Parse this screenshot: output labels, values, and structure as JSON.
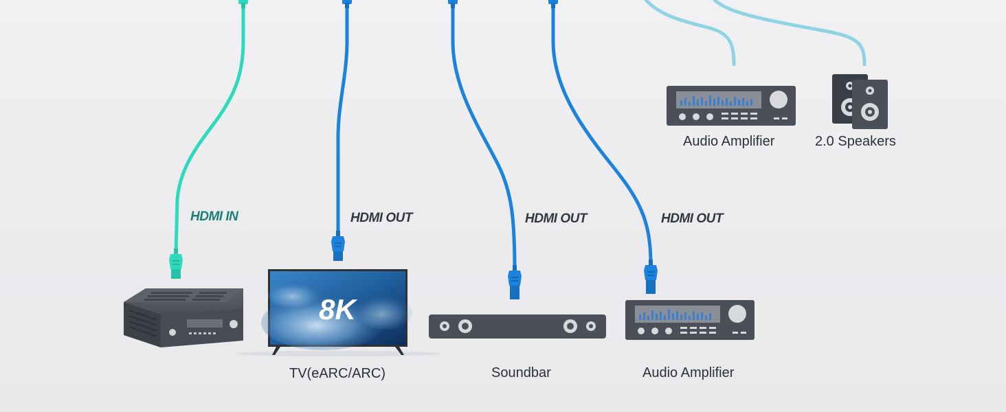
{
  "colors": {
    "hdmi_in_cable": "#2fd9bd",
    "hdmi_out_cable": "#1c82dc",
    "analog_wire": "#8fd4e2",
    "device_body": "#4b5058",
    "device_dark": "#393d44",
    "background": "#ececef"
  },
  "ports": {
    "hdmi_in": "HDMI IN",
    "hdmi_out_tv": "HDMI OUT",
    "hdmi_out_soundbar": "HDMI OUT",
    "hdmi_out_amplifier": "HDMI OUT"
  },
  "devices": {
    "tv": {
      "label": "TV(eARC/ARC)",
      "screen_text": "8K"
    },
    "soundbar": {
      "label": "Soundbar"
    },
    "amplifier": {
      "label": "Audio Amplifier"
    },
    "top_amplifier": {
      "label": "Audio Amplifier"
    },
    "speakers": {
      "label": "2.0 Speakers"
    }
  },
  "icons": [
    "av-receiver-icon",
    "tv-icon",
    "soundbar-icon",
    "amplifier-icon",
    "speakers-icon",
    "hdmi-connector-icon"
  ]
}
